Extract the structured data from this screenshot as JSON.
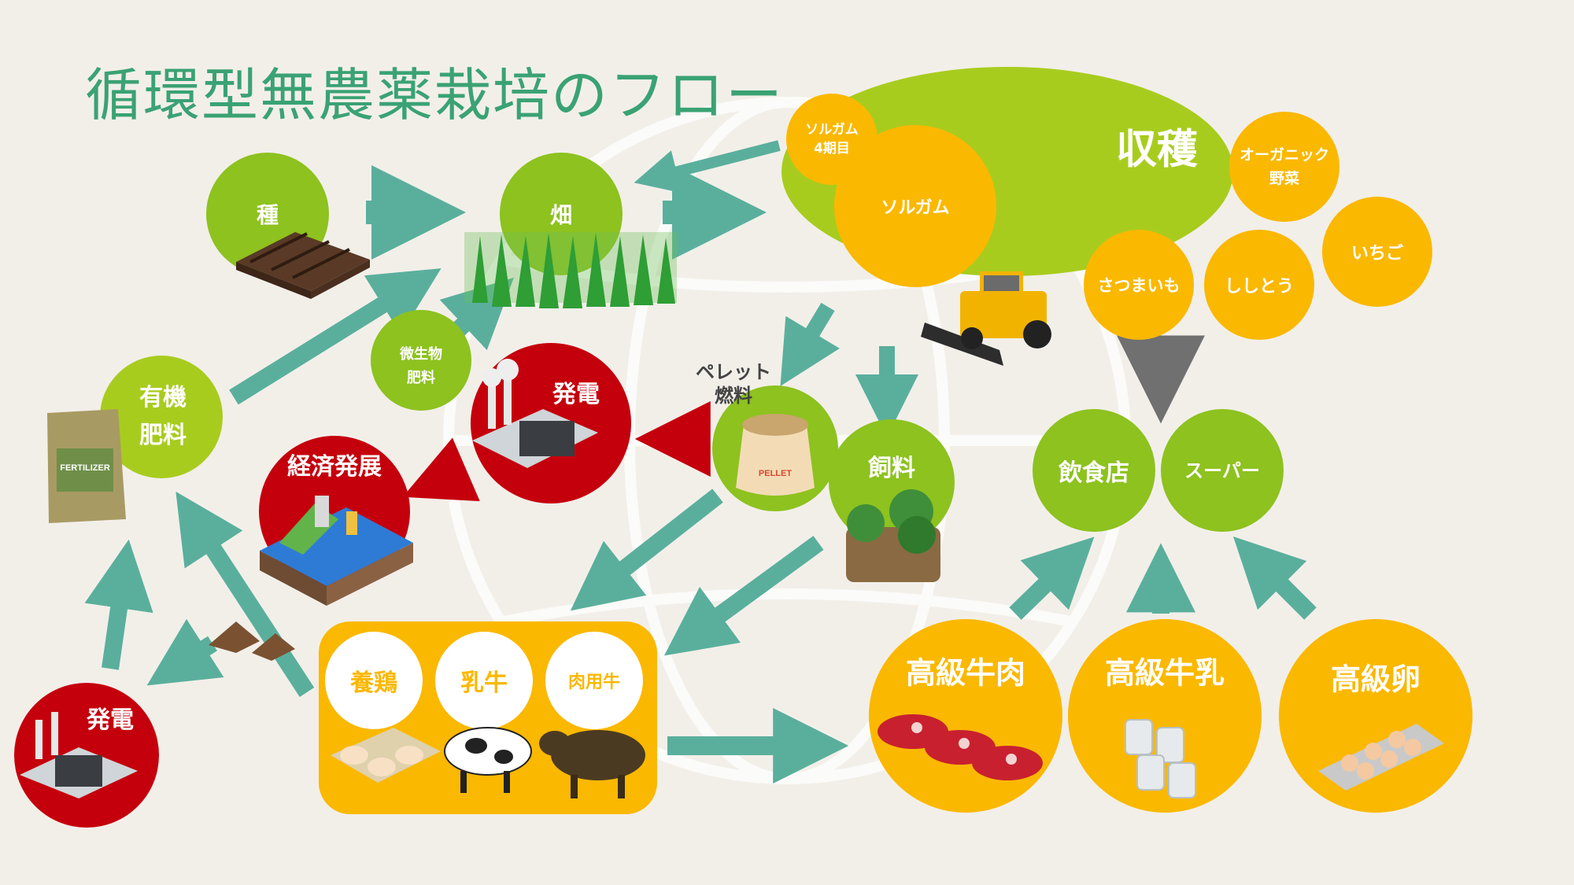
{
  "title": "循環型無農薬栽培のフロー",
  "nodes": {
    "seed": "種",
    "field": "畑",
    "sorghum_4th_line1": "ソルガム",
    "sorghum_4th_line2": "4期目",
    "harvest": "収穫",
    "sorghum": "ソルガム",
    "organic_line1": "オーガニック",
    "organic_line2": "野菜",
    "strawberry": "いちご",
    "sweet_potato": "さつまいも",
    "shishito": "ししとう",
    "microbe_line1": "微生物",
    "microbe_line2": "肥料",
    "organic_fert_line1": "有機",
    "organic_fert_line2": "肥料",
    "power_top": "発電",
    "pellet_line1": "ペレット",
    "pellet_line2": "燃料",
    "feed": "飼料",
    "restaurant": "飲食店",
    "supermarket": "スーパー",
    "economy": "経済発展",
    "power_bottom": "発電",
    "poultry": "養鶏",
    "dairy_cow": "乳牛",
    "beef_cattle": "肉用牛",
    "premium_beef": "高級牛肉",
    "premium_milk": "高級牛乳",
    "premium_egg": "高級卵"
  },
  "illustration_labels": {
    "fertilizer_bag": "FERTILIZER",
    "pellet_bag": "PELLET"
  },
  "colors": {
    "background": "#f2efe9",
    "title": "#3aa274",
    "green_light": "#8dc21f",
    "green_lime": "#a8cc1e",
    "orange": "#fbb800",
    "red": "#c5000d",
    "arrow_teal": "#5aaf9c",
    "arrow_red": "#c5000d",
    "arrow_gray": "#707070"
  }
}
